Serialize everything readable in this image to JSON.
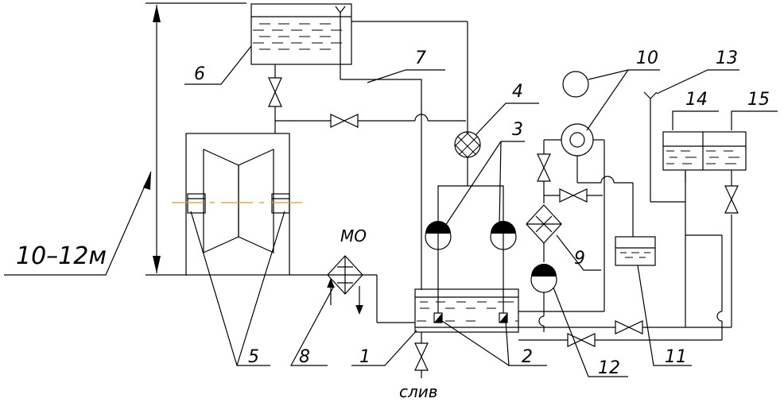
{
  "labels": {
    "height": "10–12м",
    "mo": "МО",
    "drain": "слив",
    "n1": "1",
    "n2": "2",
    "n3": "3",
    "n4": "4",
    "n5": "5",
    "n6": "6",
    "n7": "7",
    "n8": "8",
    "n9": "9",
    "n10": "10",
    "n11": "11",
    "n12": "12",
    "n13": "13",
    "n14": "14",
    "n15": "15"
  },
  "colors": {
    "line": "#000000",
    "shaft": "#d4a020"
  }
}
